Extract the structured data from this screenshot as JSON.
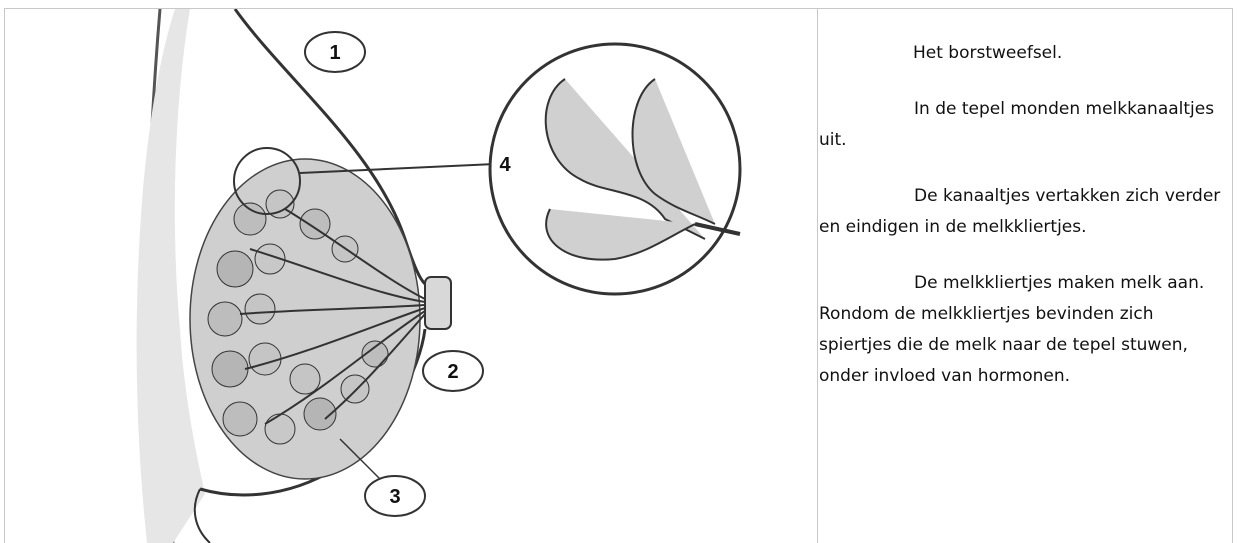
{
  "diagram": {
    "labels": [
      "1",
      "2",
      "3",
      "4"
    ]
  },
  "text": {
    "title": "Het borstweefsel.",
    "paragraphs": [
      "In de tepel monden melkkanaaltjes uit.",
      "De kanaaltjes vertakken zich verder en eindigen in de melkkliertjes.",
      "De melkkliertjes maken melk aan. Rondom de melkkliertjes bevinden zich spiertjes die de melk naar de tepel stuwen, onder invloed van hormonen."
    ]
  }
}
